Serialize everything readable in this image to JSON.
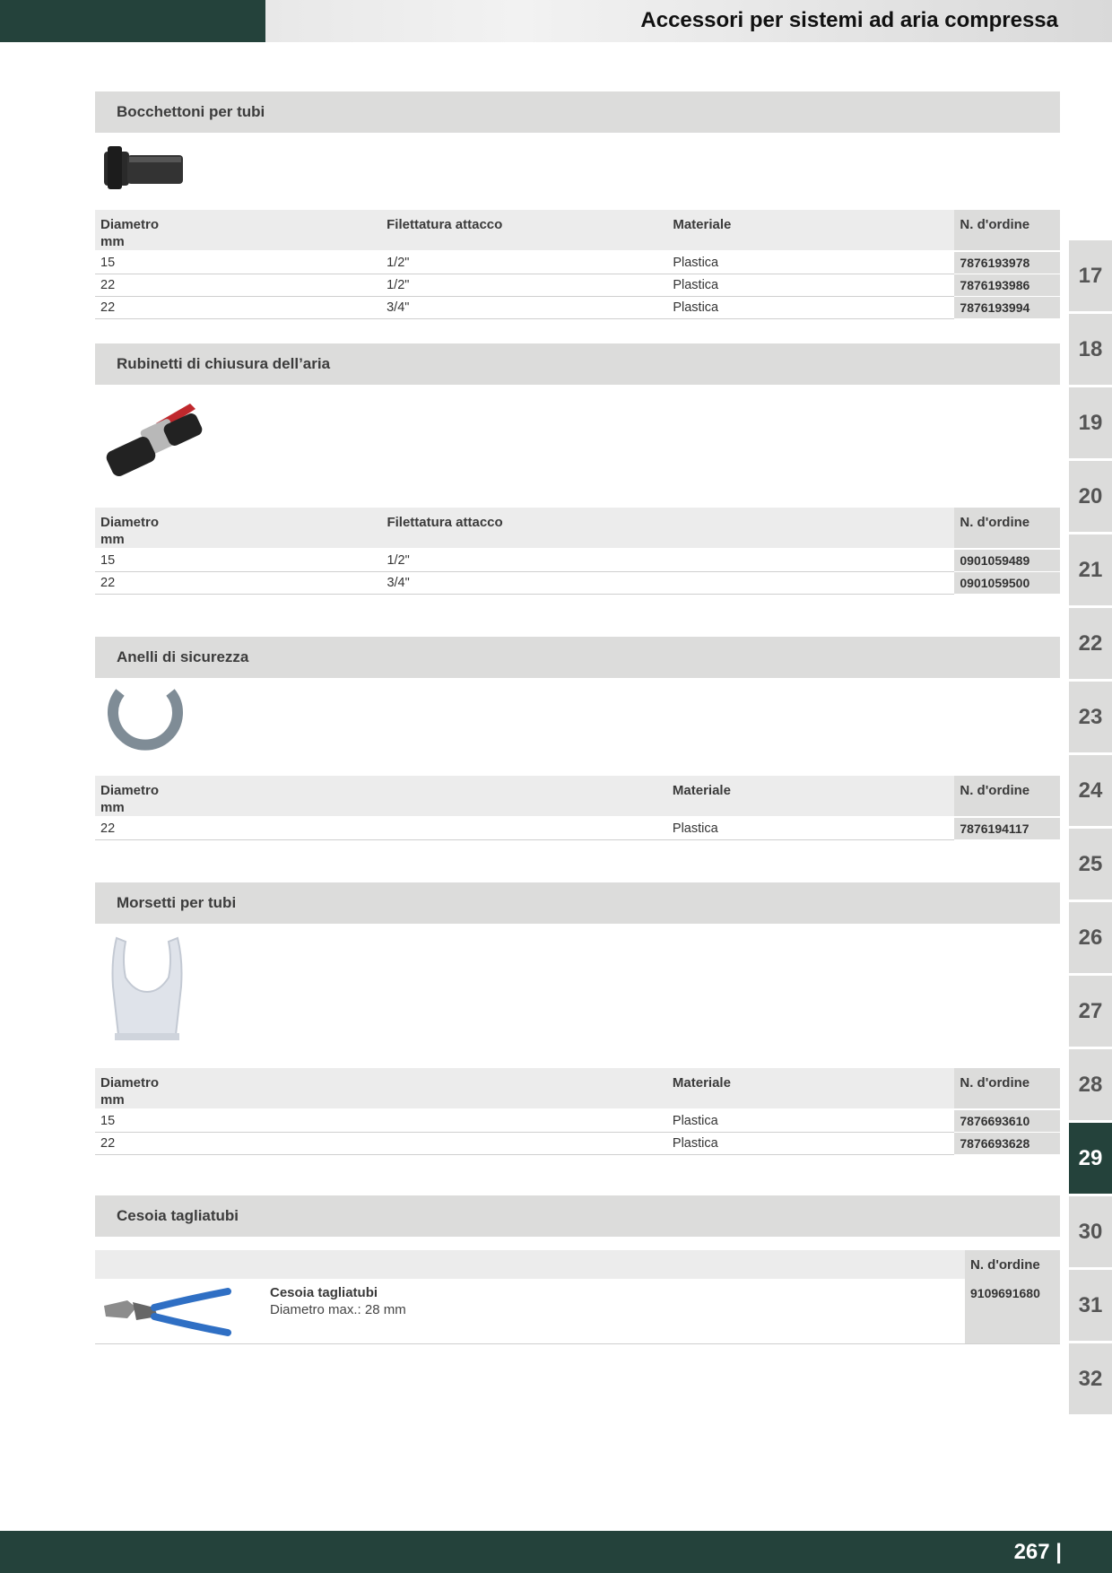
{
  "header": {
    "title": "Accessori per sistemi ad aria compressa"
  },
  "sections": [
    {
      "title": "Bocchettoni per tubi",
      "columns": [
        "Diametro\nmm",
        "Filettatura attacco",
        "Materiale",
        "N. d'ordine"
      ],
      "rows": [
        [
          "15",
          "1/2\"",
          "Plastica",
          "7876193978"
        ],
        [
          "22",
          "1/2\"",
          "Plastica",
          "7876193986"
        ],
        [
          "22",
          "3/4\"",
          "Plastica",
          "7876193994"
        ]
      ]
    },
    {
      "title": "Rubinetti di chiusura dell’aria",
      "columns": [
        "Diametro\nmm",
        "Filettatura attacco",
        "N. d'ordine"
      ],
      "rows": [
        [
          "15",
          "1/2\"",
          "0901059489"
        ],
        [
          "22",
          "3/4\"",
          "0901059500"
        ]
      ]
    },
    {
      "title": "Anelli di sicurezza",
      "columns": [
        "Diametro\nmm",
        "Materiale",
        "N. d'ordine"
      ],
      "rows": [
        [
          "22",
          "Plastica",
          "7876194117"
        ]
      ]
    },
    {
      "title": "Morsetti per tubi",
      "columns": [
        "Diametro\nmm",
        "Materiale",
        "N. d'ordine"
      ],
      "rows": [
        [
          "15",
          "Plastica",
          "7876693610"
        ],
        [
          "22",
          "Plastica",
          "7876693628"
        ]
      ]
    },
    {
      "title": "Cesoia tagliatubi",
      "order_header": "N. d'ordine",
      "item": {
        "name": "Cesoia tagliatubi",
        "description": "Diametro max.: 28 mm",
        "order": "9109691680"
      }
    }
  ],
  "tabs": [
    "17",
    "18",
    "19",
    "20",
    "21",
    "22",
    "23",
    "24",
    "25",
    "26",
    "27",
    "28",
    "29",
    "30",
    "31",
    "32"
  ],
  "active_tab": "29",
  "footer": {
    "page": "267 |"
  },
  "colors": {
    "brand_green": "#24423b",
    "section_gray": "#dcdcdb",
    "header_gray": "#ececec"
  }
}
